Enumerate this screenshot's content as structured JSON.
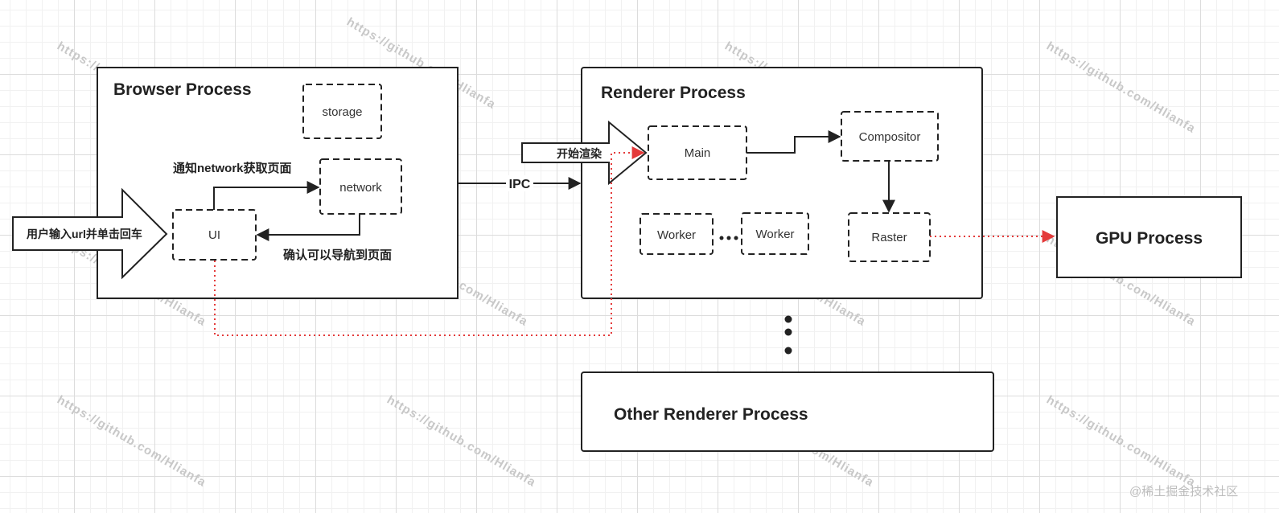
{
  "processes": {
    "browser": "Browser Process",
    "renderer": "Renderer Process",
    "other_renderer": "Other Renderer Process",
    "gpu": "GPU Process"
  },
  "threads": {
    "storage": "storage",
    "network": "network",
    "ui": "UI",
    "main": "Main",
    "compositor": "Compositor",
    "worker_1": "Worker",
    "worker_2": "Worker",
    "raster": "Raster"
  },
  "edges": {
    "user_input": "用户输入url并单击回车",
    "notify_network": "通知network获取页面",
    "confirm_nav": "确认可以导航到页面",
    "ipc": "IPC",
    "start_render": "开始渲染"
  },
  "watermark": "https://github.com/Hlianfa",
  "credit": "@稀土掘金技术社区",
  "colors": {
    "line": "#222222",
    "ipc_dotted": "#e43a3a",
    "watermark": "#c8c8c8"
  }
}
